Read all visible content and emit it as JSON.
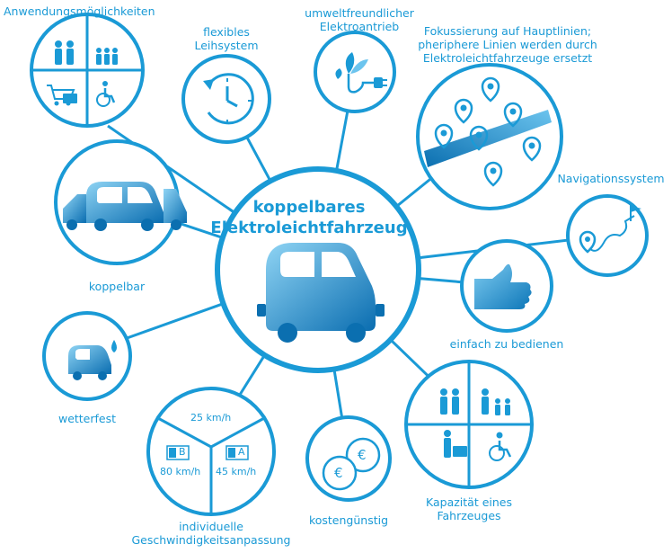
{
  "center": {
    "title_line1": "koppelbares",
    "title_line2": "Elektroleichtfahrzeug"
  },
  "labels": {
    "anwendung": "Anwendungsmöglichkeiten",
    "leihsystem_1": "flexibles",
    "leihsystem_2": "Leihsystem",
    "elektro_1": "umweltfreundlicher",
    "elektro_2": "Elektroantrieb",
    "fokus_1": "Fokussierung auf Hauptlinien;",
    "fokus_2": "pheriphere Linien werden durch",
    "fokus_3": "Elektroleichtfahrzeuge ersetzt",
    "navigation": "Navigationssystem",
    "koppelbar": "koppelbar",
    "bedienen": "einfach zu bedienen",
    "wetterfest": "wetterfest",
    "kapazitaet_1": "Kapazität eines",
    "kapazitaet_2": "Fahrzeuges",
    "geschw_1": "individuelle",
    "geschw_2": "Geschwindigkeitsanpassung",
    "kosten": "kostengünstig"
  },
  "speed": {
    "top": "25 km/h",
    "left": "80 km/h",
    "right": "45 km/h",
    "sign_b": "B",
    "sign_a": "A"
  },
  "coins": {
    "symbol_1": "€",
    "symbol_2": "€"
  },
  "colors": {
    "primary": "#1a9ad6",
    "dark": "#0b6fb0",
    "light": "#6cc4ee"
  }
}
